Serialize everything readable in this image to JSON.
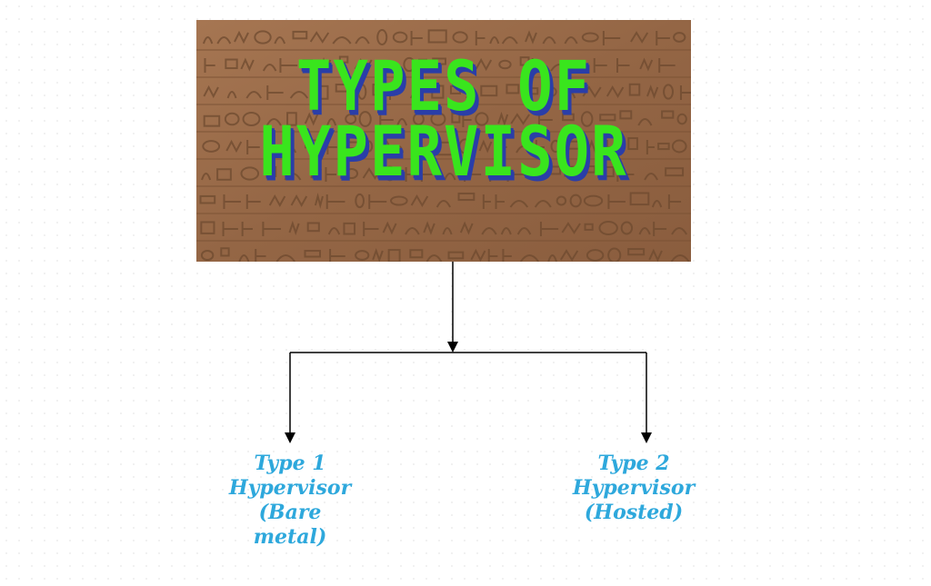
{
  "title": {
    "line1": "TYPES OF",
    "line2": "HYPERVISOR"
  },
  "branches": [
    {
      "lines": [
        "Type  1",
        "Hypervisor",
        "(Bare",
        "metal)"
      ]
    },
    {
      "lines": [
        "Type 2",
        "Hypervisor",
        "(Hosted)"
      ]
    }
  ],
  "colors": {
    "title_text": "#39e51d",
    "title_shadow": "#2a3ea8",
    "panel": "#9c6e4b",
    "branch_text": "#2ea8dc",
    "connector": "#000000"
  }
}
